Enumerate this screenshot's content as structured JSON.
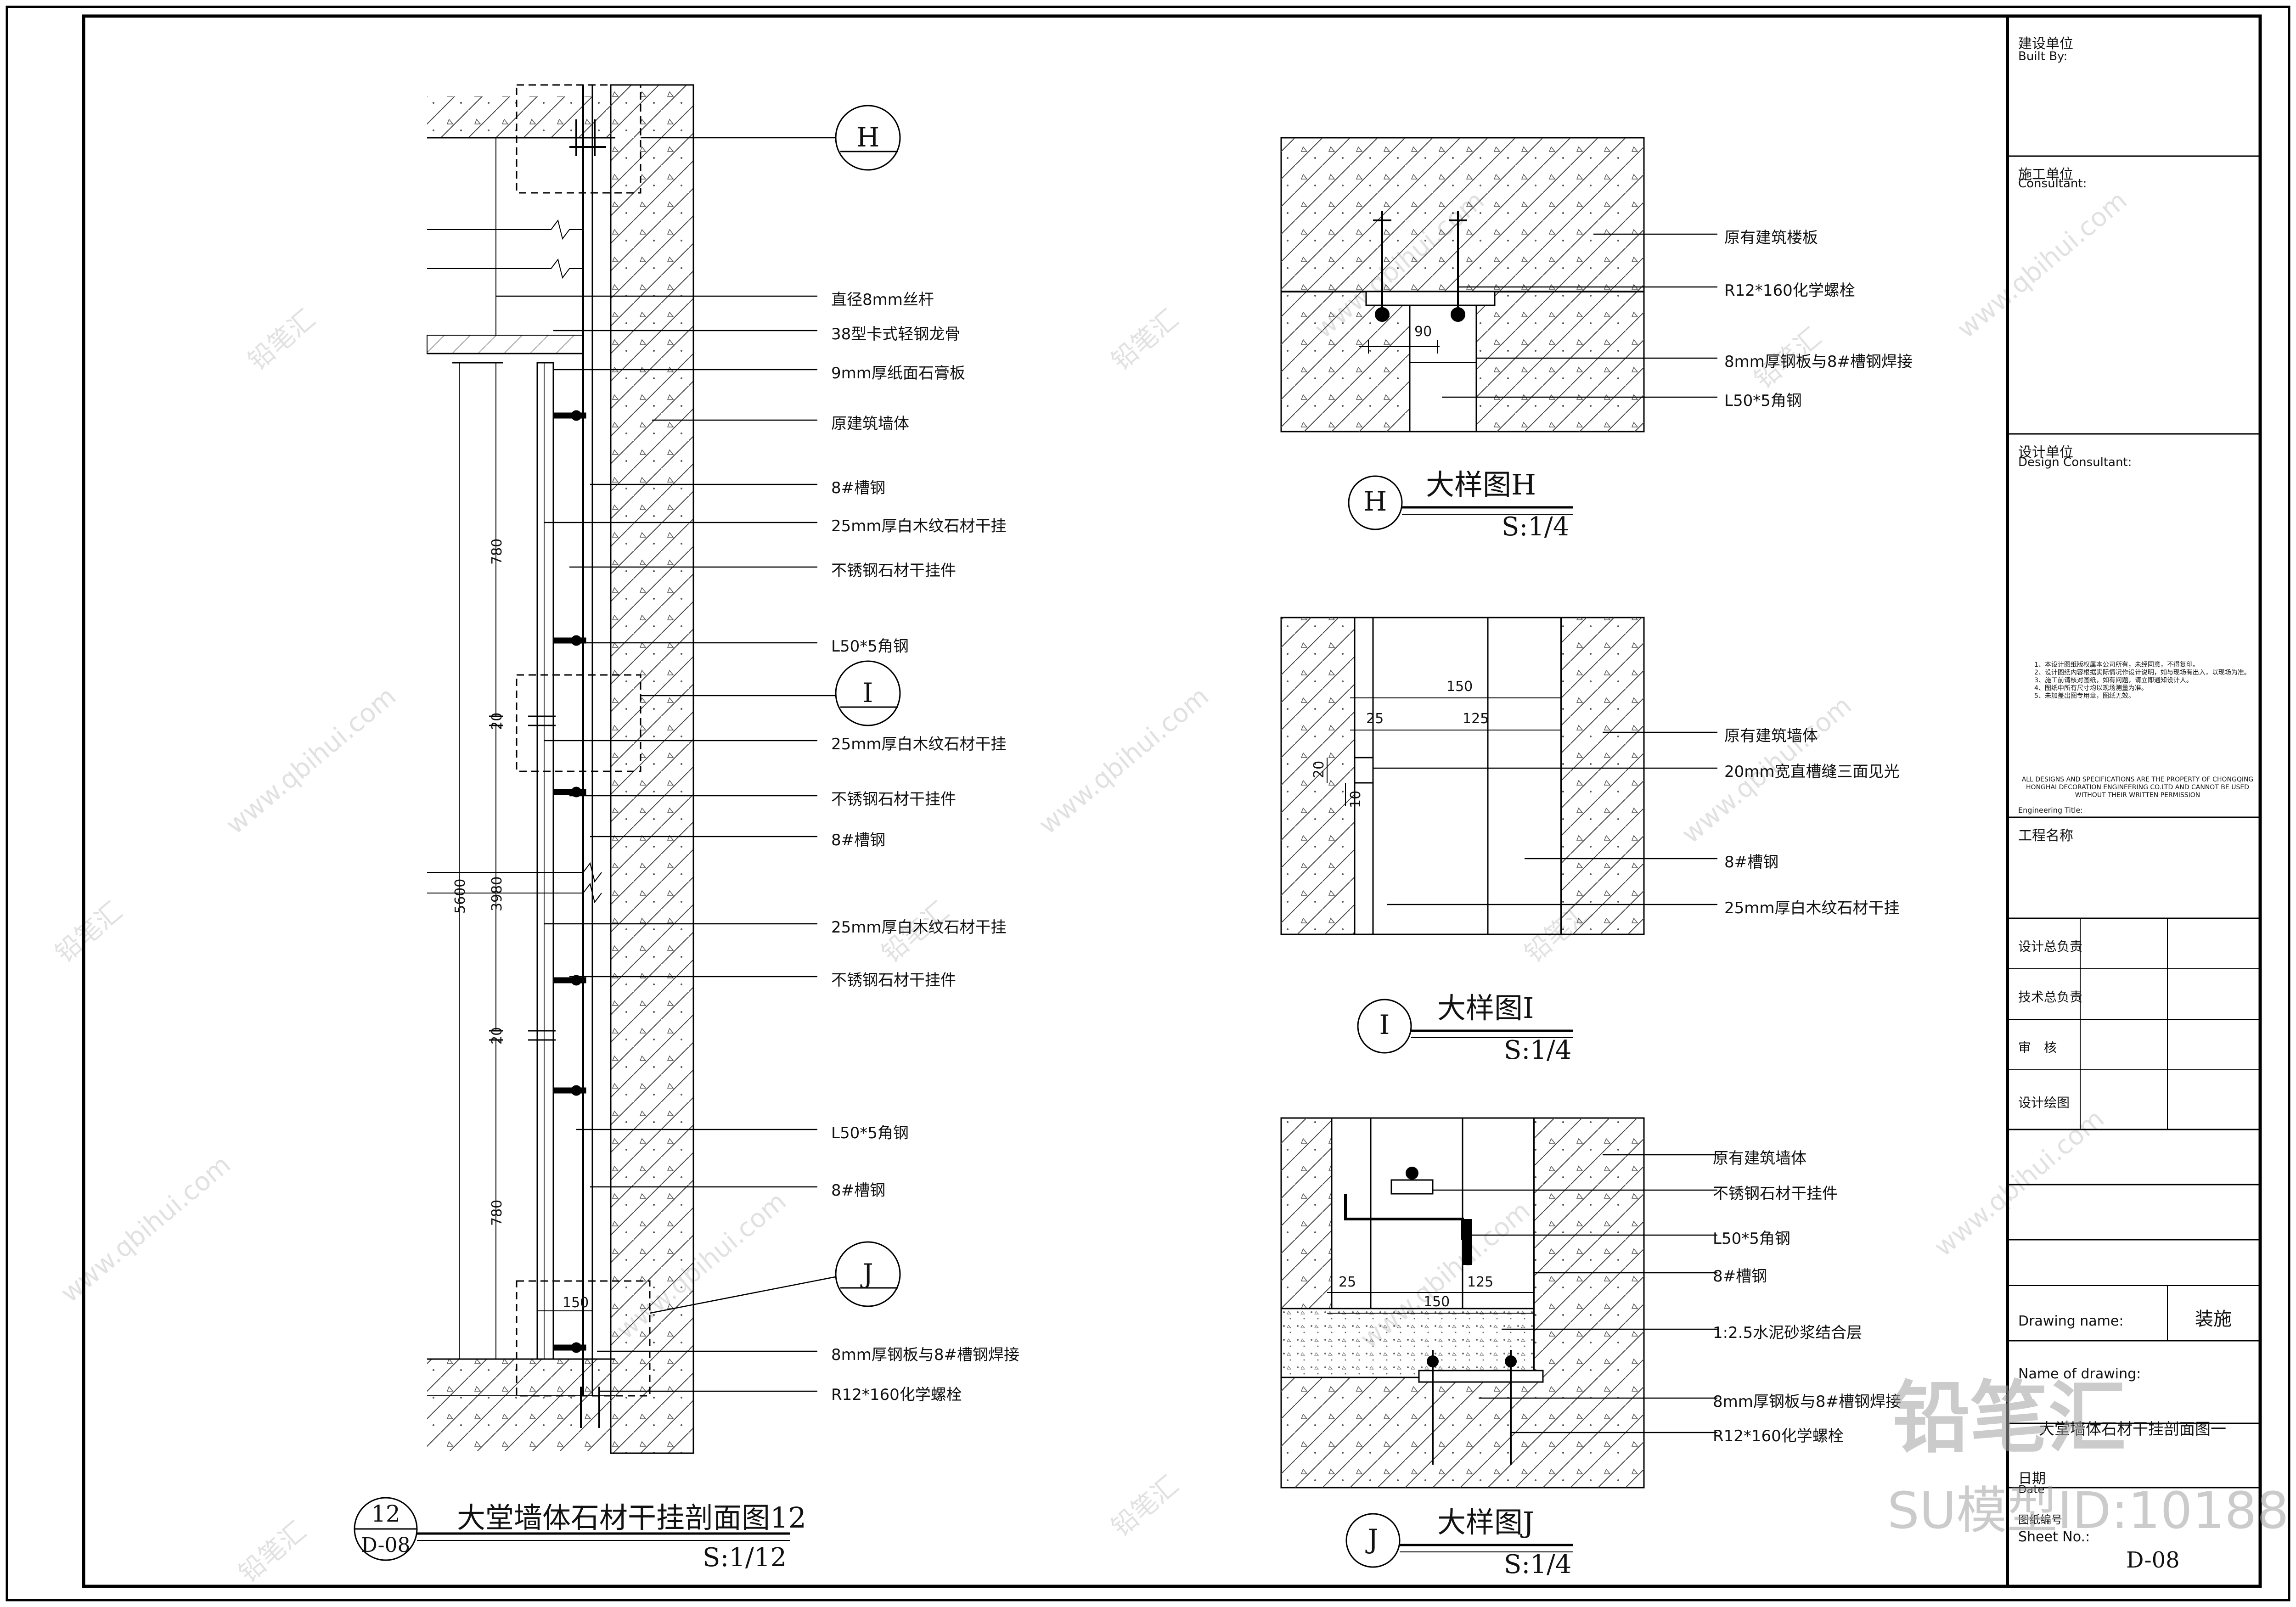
{
  "watermark": {
    "site": "www.qbihui.com",
    "brand": "铅笔汇",
    "big_brand": "铅笔汇",
    "id_text": "SU模型ID:10188"
  },
  "section": {
    "callout_num": "12",
    "callout_sheet": "D-08",
    "title": "大堂墙体石材干挂剖面图12",
    "scale": "S:1/12",
    "callouts": {
      "h": "H",
      "i": "I",
      "j": "J"
    },
    "dims": {
      "total": "5600",
      "mid": "3980",
      "top": "780",
      "bottom": "780",
      "gap1": "20",
      "gap2": "20",
      "w150": "150"
    },
    "labels": [
      "直径8mm丝杆",
      "38型卡式轻钢龙骨",
      "9mm厚纸面石膏板",
      "原建筑墙体",
      "8#槽钢",
      "25mm厚白木纹石材干挂",
      "不锈钢石材干挂件",
      "L50*5角钢",
      "25mm厚白木纹石材干挂",
      "不锈钢石材干挂件",
      "8#槽钢",
      "25mm厚白木纹石材干挂",
      "不锈钢石材干挂件",
      "L50*5角钢",
      "8#槽钢",
      "8mm厚钢板与8#槽钢焊接",
      "R12*160化学螺栓"
    ]
  },
  "detail_h": {
    "letter": "H",
    "title": "大样图H",
    "scale": "S:1/4",
    "dim90": "90",
    "labels": [
      "原有建筑楼板",
      "R12*160化学螺栓",
      "8mm厚钢板与8#槽钢焊接",
      "L50*5角钢"
    ]
  },
  "detail_i": {
    "letter": "I",
    "title": "大样图I",
    "scale": "S:1/4",
    "dims": {
      "w150": "150",
      "w25": "25",
      "w125": "125",
      "h20": "20",
      "h10": "10"
    },
    "labels": [
      "原有建筑墙体",
      "20mm宽直槽缝三面见光",
      "8#槽钢",
      "25mm厚白木纹石材干挂"
    ]
  },
  "detail_j": {
    "letter": "J",
    "title": "大样图J",
    "scale": "S:1/4",
    "dims": {
      "w25": "25",
      "w125": "125",
      "w150": "150"
    },
    "labels": [
      "原有建筑墙体",
      "不锈钢石材干挂件",
      "L50*5角钢",
      "8#槽钢",
      "1:2.5水泥砂浆结合层",
      "8mm厚钢板与8#槽钢焊接",
      "R12*160化学螺栓"
    ]
  },
  "title_block": {
    "built_by_cn": "建设单位",
    "built_by_en": "Built By:",
    "consultant_cn": "施工单位",
    "consultant_en": "Consultant:",
    "design_cn": "设计单位",
    "design_en": "Design Consultant:",
    "notes_cn": [
      "1、本设计图纸版权属本公司所有，未经同意，不得复印。",
      "2、设计图纸内容根据实际情况作设计说明，如与现场有出入，以现场为准。",
      "3、施工前请核对图纸，如有问题，请立即通知设计人。",
      "4、图纸中所有尺寸均以现场测量为准。",
      "5、未加盖出图专用章，图纸无效。"
    ],
    "notes_en": "ALL DESIGNS AND SPECIFICATIONS ARE THE PROPERTY OF CHONGQING HONGHAI DECORATION ENGINEERING CO.LTD AND CANNOT BE USED WITHOUT THEIR WRITTEN PERMISSION",
    "engineering_title": "Engineering Title:",
    "project_name": "工程名称",
    "roles": [
      "设计总负责",
      "技术总负责",
      "审　核",
      "设计绘图"
    ],
    "drawing_name_label": "Drawing name:",
    "drawing_type": "装施",
    "name_of_drawing": "Name of drawing:",
    "drawing_title": "大堂墙体石材干挂剖面图一",
    "date_cn": "日期",
    "date_en": "Date",
    "sheet_no_cn": "图纸编号",
    "sheet_no_en": "Sheet No.:",
    "sheet_no": "D-08"
  }
}
